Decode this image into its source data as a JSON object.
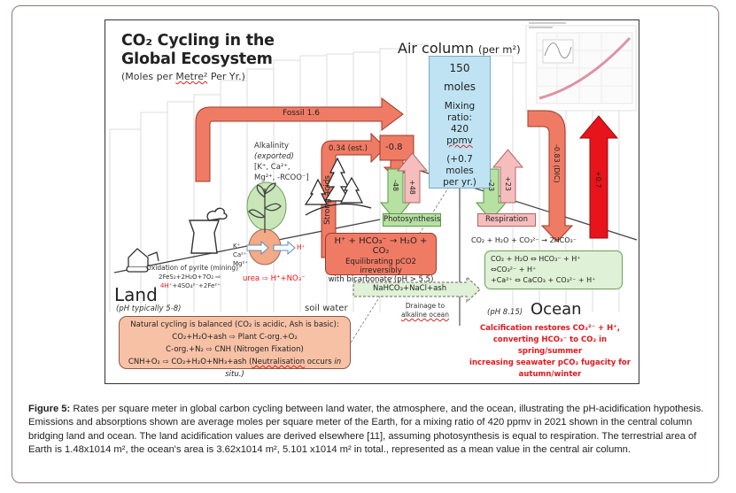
{
  "figure": {
    "title_line1": "CO₂ Cycling in the",
    "title_line2": "Global Ecosystem",
    "subtitle_pre": "(Moles per ",
    "subtitle_word": "Metre²",
    "subtitle_post": " Per Yr.)",
    "air_column": {
      "title": "Air column",
      "unit": "(per m²)",
      "amount": "150",
      "amount_unit": "moles",
      "mixing_label_1": "Mixing",
      "mixing_label_2": "ratio:",
      "mixing_value": "420",
      "mixing_unit": "ppmv",
      "increase_1": "(+0.7",
      "increase_2": "moles",
      "increase_3": "per yr.)"
    },
    "flows": {
      "fossil": "Fossil 1.6",
      "strong_acids": "Strong acids",
      "strong_acids_value": "0.34 (est.)",
      "minus_08": "-0.8",
      "photo_down": "-48",
      "photo_up": "+48",
      "resp_down": "-23",
      "resp_up": "+23",
      "dic": "-0.83 (DIC)",
      "ocean_up": "+0.7"
    },
    "photosynthesis_label": "Photosynthesis",
    "respiration_label": "Respiration",
    "alkalinity": {
      "line1": "Alkalinity",
      "line2": "(exported)",
      "line3": "[K⁺, Ca²⁺,",
      "line4": "Mg²⁺, -RCOO⁻]"
    },
    "root_ions": [
      "K⁺",
      "Ca²⁺",
      "Mg²⁺"
    ],
    "root_h": "H⁺",
    "urea": "urea ⇨ H⁺+NO₃⁻",
    "pyrite": {
      "label": "Oxidation of pyrite (mining)",
      "eq1": "2FeS₂+2H₂O+7O₂ ⇨",
      "eq2_red": "4H⁺",
      "eq2_rest": "+4SO₄²⁻+2Fe²⁺"
    },
    "land_label": "Land",
    "land_ph": "(pH typically 5-8)",
    "soil_water": "soil water",
    "bicarbonate_box": {
      "equation": "H⁺ + HCO₃⁻ → H₂O + CO₂",
      "line2": "Equilibrating pCO2 irreversibly",
      "line3": "with bicarbonate (pH > 5.5)"
    },
    "drainage": {
      "arrow_label": "NaHCO₃+NaCl+ash",
      "line1": "Drainage to",
      "line2": "alkaline ocean"
    },
    "ocean_eq_top": "CO₂ + H₂O + CO₃²⁻ → 2HCO₃⁻",
    "ocean_box": {
      "line1": "CO₂ + H₂O ⇔ HCO₃⁻ + H⁺",
      "line2": "⇔CO₃²⁻ + H⁺",
      "line3": "+Ca²⁺ ⇔ CaCO₃ + CO₃²⁻ + H⁺"
    },
    "ocean_ph": "(pH 8.15)",
    "ocean_label": "Ocean",
    "natural_box": {
      "line1": "Natural cycling is balanced (CO₂ is acidic, Ash is basic):",
      "line2": "CO₂+H₂O+ash ⇨ Plant C-org.+O₂",
      "line3": "C-org.+N₂ ⇨ CNH (Nitrogen Fixation)",
      "line4_pre": "CNH+O₂ ⇨ CO₂+H₂O+NH₃+ash (",
      "line4_word": "Neutralisation",
      "line4_mid": " occurs ",
      "line4_it": "in situ.)"
    },
    "calcification": {
      "line1": "Calcification restores CO₃²⁻ + H⁺,",
      "line2": "converting HCO₃⁻ to CO₂ in spring/summer",
      "line3": "increasing seawater pCO₂ fugacity for",
      "line4": "autumn/winter"
    },
    "colors": {
      "salmon": "#f07b64",
      "red": "#e8141b",
      "green": "#b7e0a3",
      "pink": "#f6bdbd",
      "air_blue": "#bfe3f3"
    }
  },
  "caption": {
    "label": "Figure 5:",
    "text": " Rates per square meter in global carbon cycling between land water, the atmosphere, and the ocean, illustrating the pH-acidification hypothesis. Emissions and absorptions shown are average moles per square meter of the Earth, for a mixing ratio of 420 ppmv in 2021 shown in the central column bridging land and ocean. The land acidification values are derived elsewhere [11], assuming photosynthesis is equal to respiration. The terrestrial area of Earth is 1.48x1014 m², the ocean's area is 3.62x1014 m², 5.101 x1014 m² in total., represented as a mean value in the central air column."
  }
}
